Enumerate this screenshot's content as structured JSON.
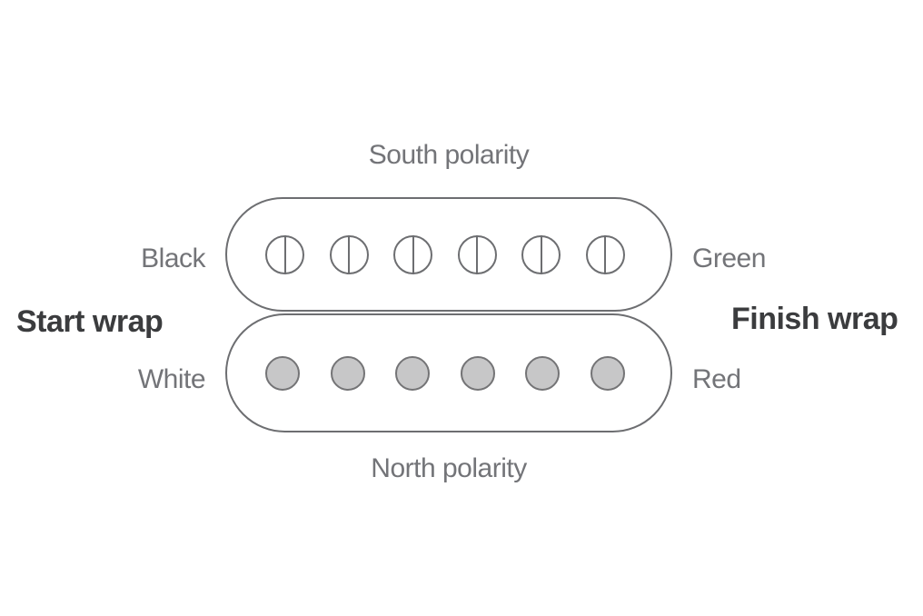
{
  "diagram": {
    "type": "humbucker-pickup-wiring-polarity",
    "south_coil": {
      "polarity_label": "South polarity",
      "start_lead_label": "Black",
      "finish_lead_label": "Green",
      "pole_type": "screw",
      "pole_count": 6
    },
    "north_coil": {
      "polarity_label": "North polarity",
      "start_lead_label": "White",
      "finish_lead_label": "Red",
      "pole_type": "slug",
      "pole_count": 6
    },
    "start_wrap_label": "Start wrap",
    "finish_wrap_label": "Finish wrap",
    "colors": {
      "background": "#ffffff",
      "outline": "#6d6e71",
      "label_text": "#737478",
      "bold_text": "#3b3c3e",
      "slug_fill": "#c7c7c8",
      "slug_border": "#747476"
    }
  }
}
